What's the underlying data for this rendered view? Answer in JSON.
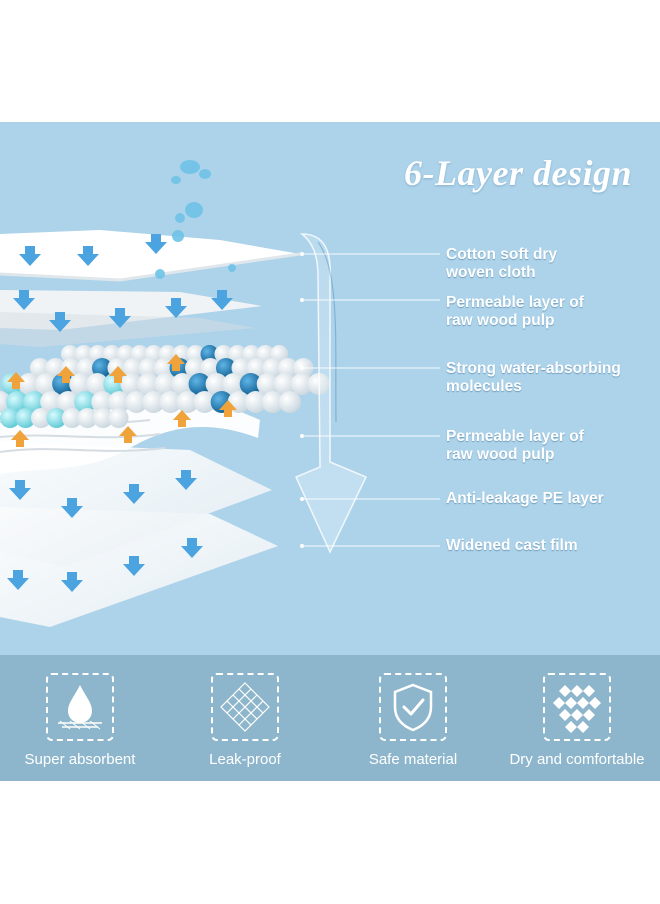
{
  "title": "6-Layer design",
  "layers": [
    {
      "line1": "Cotton soft dry",
      "line2": "woven cloth"
    },
    {
      "line1": "Permeable layer of",
      "line2": "raw wood pulp"
    },
    {
      "line1": "Strong water-absorbing",
      "line2": "molecules"
    },
    {
      "line1": "Permeable layer of",
      "line2": "raw wood pulp"
    },
    {
      "line1": "Anti-leakage PE layer",
      "line2": ""
    },
    {
      "line1": "Widened cast film",
      "line2": ""
    }
  ],
  "features": [
    {
      "label": "Super absorbent",
      "icon": "water-drop-icon"
    },
    {
      "label": "Leak-proof",
      "icon": "mesh-icon"
    },
    {
      "label": "Safe material",
      "icon": "shield-check-icon"
    },
    {
      "label": "Dry and comfortable",
      "icon": "diamond-grid-icon"
    }
  ],
  "colors": {
    "panel": "#add3ea",
    "footer": "#8db6cc",
    "arrow_blue": "#4ba3e0",
    "arrow_orange": "#f0a33a",
    "bead_dark": "#1f7fb3",
    "bead_teal": "#7fd8e0"
  }
}
